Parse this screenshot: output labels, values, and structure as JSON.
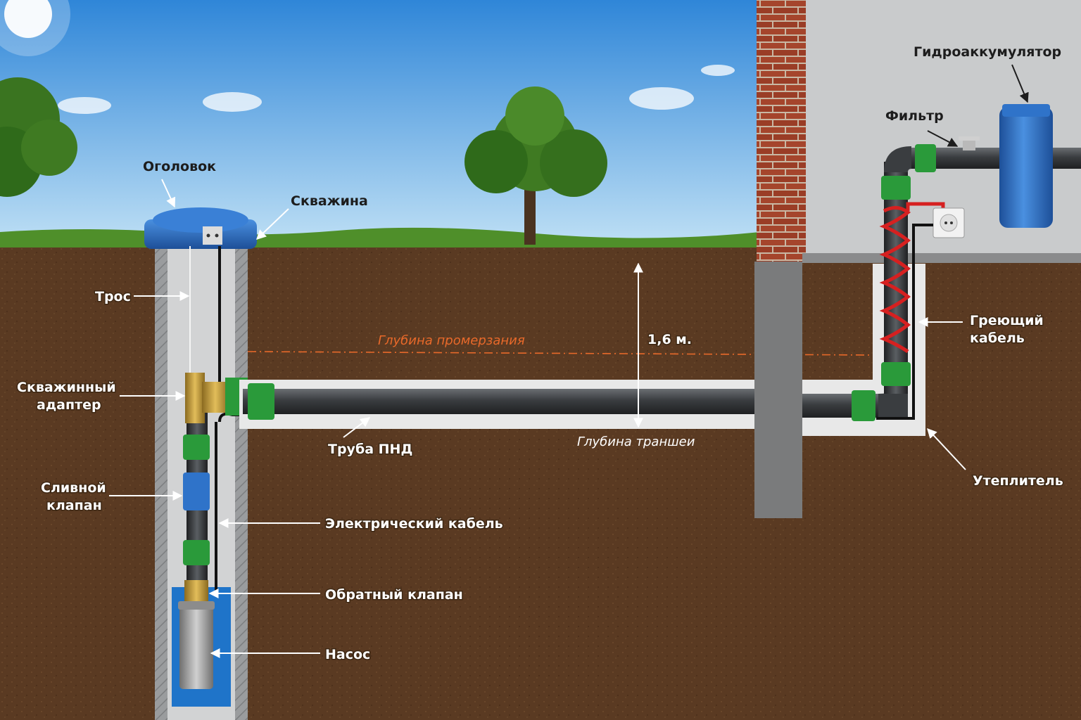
{
  "labels": {
    "ogolovok": "Оголовок",
    "skvazhina": "Скважина",
    "tros": "Трос",
    "adapter_line1": "Скважинный",
    "adapter_line2": "адаптер",
    "slivnoy_line1": "Сливной",
    "slivnoy_line2": "клапан",
    "electric_cable": "Электрический кабель",
    "check_valve": "Обратный клапан",
    "pump": "Насос",
    "pipe": "Труба ПНД",
    "frost_depth": "Глубина промерзания",
    "depth_value": "1,6 м.",
    "trench_depth": "Глубина траншеи",
    "heating_line1": "Греющий",
    "heating_line2": "кабель",
    "insulation": "Утеплитель",
    "filter": "Фильтр",
    "accumulator": "Гидроаккумулятор"
  },
  "colors": {
    "sky_top": "#2f86d8",
    "sky_bottom": "#bfe0f5",
    "soil": "#5a3a22",
    "grass": "#4f8f2a",
    "well_cap": "#2f73c9",
    "pipe": "#3a3d40",
    "fitting": "#2a9a3a",
    "brass": "#c39a3a",
    "heating_cable": "#d62020",
    "frost_line": "#e8692a",
    "brick": "#a5452c",
    "basement_wall": "#c9cbcc",
    "insulation": "#e8e8e8",
    "water": "#1f74c9"
  },
  "icons": [
    "sun-icon",
    "tree-icon",
    "socket-icon"
  ]
}
